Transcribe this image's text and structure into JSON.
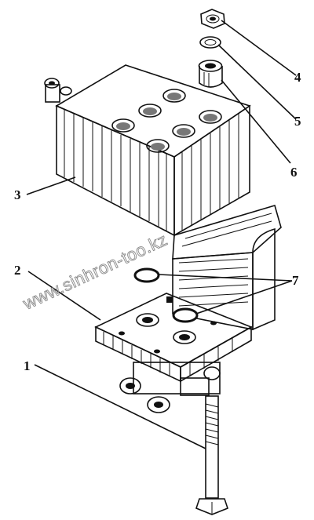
{
  "labels": {
    "l1": "1",
    "l2": "2",
    "l3": "3",
    "l4": "4",
    "l5": "5",
    "l6": "6",
    "l7": "7"
  },
  "watermark": "www.sinhron-too.kz"
}
